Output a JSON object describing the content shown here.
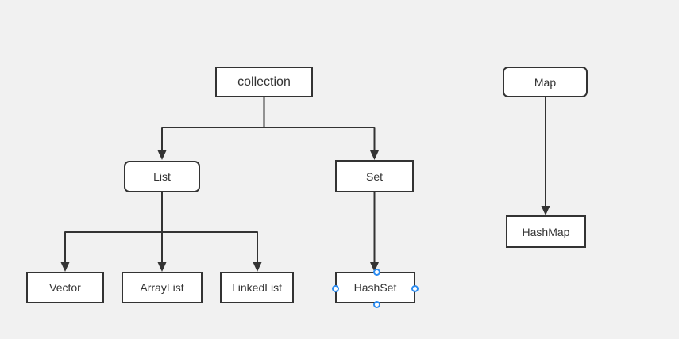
{
  "canvas": {
    "background": "#f1f1f1",
    "description": "diagram editor canvas with collection hierarchy"
  },
  "colors": {
    "line": "#333333",
    "box_border": "#333333",
    "box_fill": "#ffffff",
    "text": "#333333",
    "selection_handle": "#2d8cf0"
  },
  "nodes": {
    "collection": {
      "label": "collection"
    },
    "list": {
      "label": "List"
    },
    "set": {
      "label": "Set"
    },
    "vector": {
      "label": "Vector"
    },
    "arraylist": {
      "label": "ArrayList"
    },
    "linkedlist": {
      "label": "LinkedList"
    },
    "hashset": {
      "label": "HashSet",
      "selected": true
    },
    "map": {
      "label": "Map"
    },
    "hashmap": {
      "label": "HashMap"
    }
  },
  "edges": [
    {
      "from": "collection",
      "to": "List"
    },
    {
      "from": "collection",
      "to": "Set"
    },
    {
      "from": "List",
      "to": "Vector"
    },
    {
      "from": "List",
      "to": "ArrayList"
    },
    {
      "from": "List",
      "to": "LinkedList"
    },
    {
      "from": "Set",
      "to": "HashSet"
    },
    {
      "from": "Map",
      "to": "HashMap"
    }
  ]
}
